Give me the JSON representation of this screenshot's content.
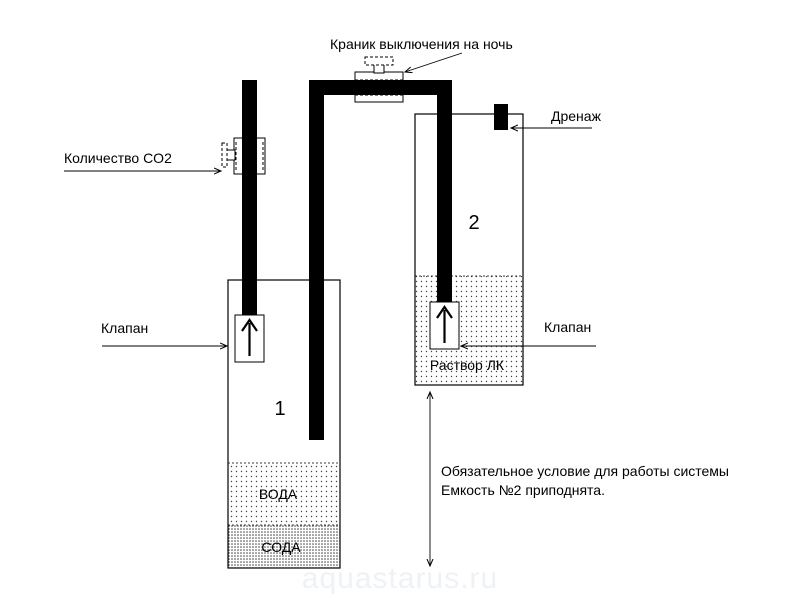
{
  "labels": {
    "shutoff_valve": "Краник выключения на ночь",
    "co2_amount": "Количество CO2",
    "drain": "Дренаж",
    "valve_left": "Клапан",
    "valve_right": "Клапан",
    "solution": "Раствор ЛК",
    "water": "ВОДА",
    "soda": "СОДА",
    "condition_line1": "Обязательное условие для работы системы",
    "condition_line2": "Емкость №2 приподнята."
  },
  "containers": {
    "left_number": "1",
    "right_number": "2"
  },
  "watermark": "aquastarus.ru"
}
